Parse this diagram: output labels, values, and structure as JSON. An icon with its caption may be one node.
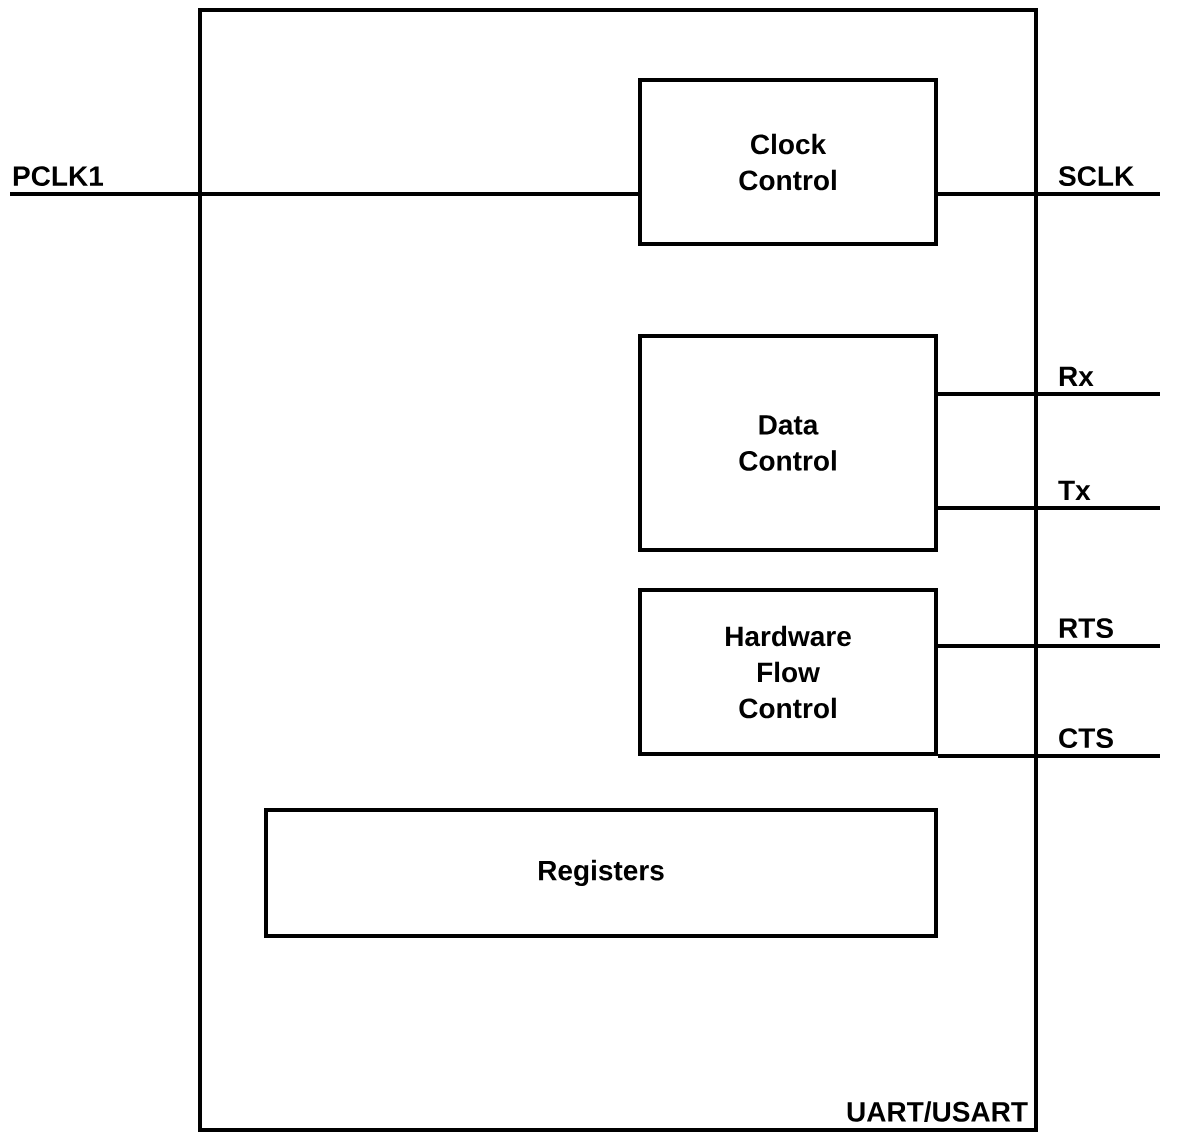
{
  "diagram": {
    "nodes": [
      {
        "text": [
          "UART/USART"
        ]
      },
      {
        "text": [
          "PCLK1"
        ]
      },
      {
        "text": [
          "Clock Control"
        ],
        "in": 0
      },
      {
        "text": [
          "SCLK"
        ]
      },
      {
        "text": [
          "Data Control"
        ],
        "in": 0
      },
      {
        "text": [
          "Rx"
        ]
      },
      {
        "text": [
          "Tx"
        ]
      },
      {
        "text": [
          "Hardware Flow Control"
        ],
        "in": 0
      },
      {
        "text": [
          "RTS"
        ]
      },
      {
        "text": [
          "CTS"
        ]
      },
      {
        "text": [
          "Registers"
        ],
        "in": 0
      }
    ],
    "edges": [
      {
        "from": 1,
        "to": 2,
        "arrow": "none"
      },
      {
        "from": 2,
        "to": 3,
        "arrow": "none"
      },
      {
        "from": 4,
        "to": 5,
        "arrow": "none"
      },
      {
        "from": 4,
        "to": 6,
        "arrow": "none"
      },
      {
        "from": 7,
        "to": 8,
        "arrow": "none"
      },
      {
        "from": 7,
        "to": 9,
        "arrow": "none"
      }
    ]
  }
}
